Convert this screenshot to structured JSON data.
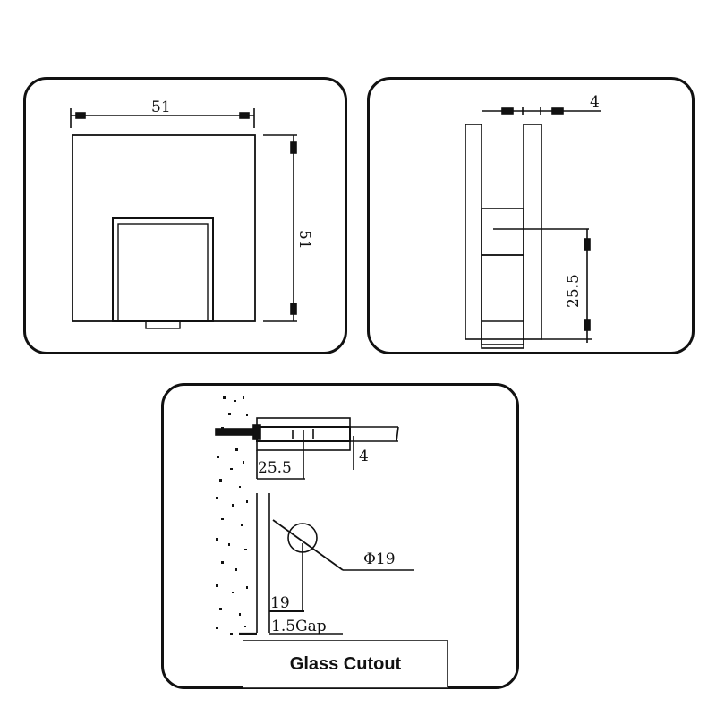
{
  "panels": {
    "front_view": {
      "width_dim": "51",
      "height_dim": "51"
    },
    "side_view": {
      "thickness_dim": "4",
      "height_dim": "25.5"
    },
    "glass_cutout": {
      "offset_dim": "25.5",
      "glass_thickness_dim": "4",
      "hole_diameter_dim": "Φ19",
      "hole_center_dim": "19",
      "gap_dim": "1.5Gap",
      "label": "Glass Cutout"
    }
  },
  "colors": {
    "line": "#111111",
    "background": "#ffffff"
  }
}
